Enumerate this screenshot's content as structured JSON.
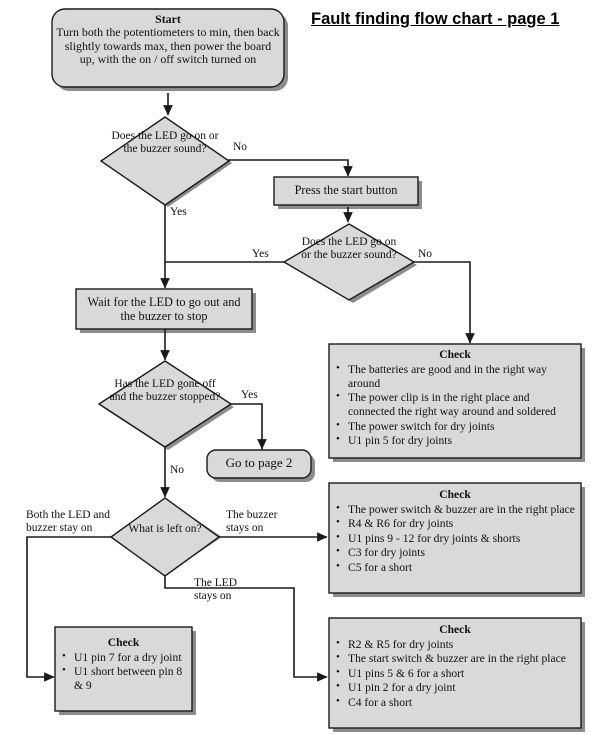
{
  "title": "Fault finding flow chart - page 1",
  "colors": {
    "shape_fill": "#d9d9d9",
    "shape_stroke": "#1a1a1a",
    "shadow": "#8c8c8c",
    "text": "#111111",
    "background": "#ffffff"
  },
  "nodes": {
    "start": {
      "type": "terminator",
      "heading": "Start",
      "body": "Turn both the potentiometers to min, then back slightly towards max, then power the board up, with the on / off switch turned on"
    },
    "decision1": {
      "type": "decision",
      "text": "Does the LED go on or the buzzer sound?"
    },
    "press_start": {
      "type": "process",
      "text": "Press the start button"
    },
    "decision2": {
      "type": "decision",
      "text": "Does the LED go on or the buzzer sound?"
    },
    "wait_led": {
      "type": "process",
      "text": "Wait for the LED to go out and the buzzer to stop"
    },
    "decision3": {
      "type": "decision",
      "text": "Has the LED gone off and the buzzer stopped?"
    },
    "go_page2": {
      "type": "terminator",
      "text": "Go to page 2"
    },
    "decision4": {
      "type": "decision",
      "text": "What is left on?"
    },
    "check1": {
      "type": "check",
      "heading": "Check",
      "items": [
        "The batteries are good and in the right way around",
        "The power clip is in the right place and connected the right way around and soldered",
        "The power switch for dry joints",
        "U1 pin 5 for dry joints"
      ]
    },
    "check2": {
      "type": "check",
      "heading": "Check",
      "items": [
        "The power switch & buzzer are in the right place",
        "R4 & R6 for dry joints",
        "U1 pins 9 - 12 for dry joints & shorts",
        "C3 for dry joints",
        "C5 for a short"
      ]
    },
    "check3": {
      "type": "check",
      "heading": "Check",
      "items": [
        "R2 & R5 for dry joints",
        "The start switch & buzzer are in the right place",
        "U1 pins 5 & 6 for a short",
        "U1 pin 2 for a dry joint",
        "C4 for a short"
      ]
    },
    "check4": {
      "type": "check",
      "heading": "Check",
      "items": [
        "U1 pin 7 for a dry joint",
        "U1 short between pin 8 & 9"
      ]
    }
  },
  "edge_labels": {
    "d1_no": "No",
    "d1_yes": "Yes",
    "d2_yes": "Yes",
    "d2_no": "No",
    "d3_yes": "Yes",
    "d3_no": "No",
    "d4_left": "Both the LED and buzzer stay on",
    "d4_right": "The buzzer stays on",
    "d4_down": "The LED stays on"
  }
}
